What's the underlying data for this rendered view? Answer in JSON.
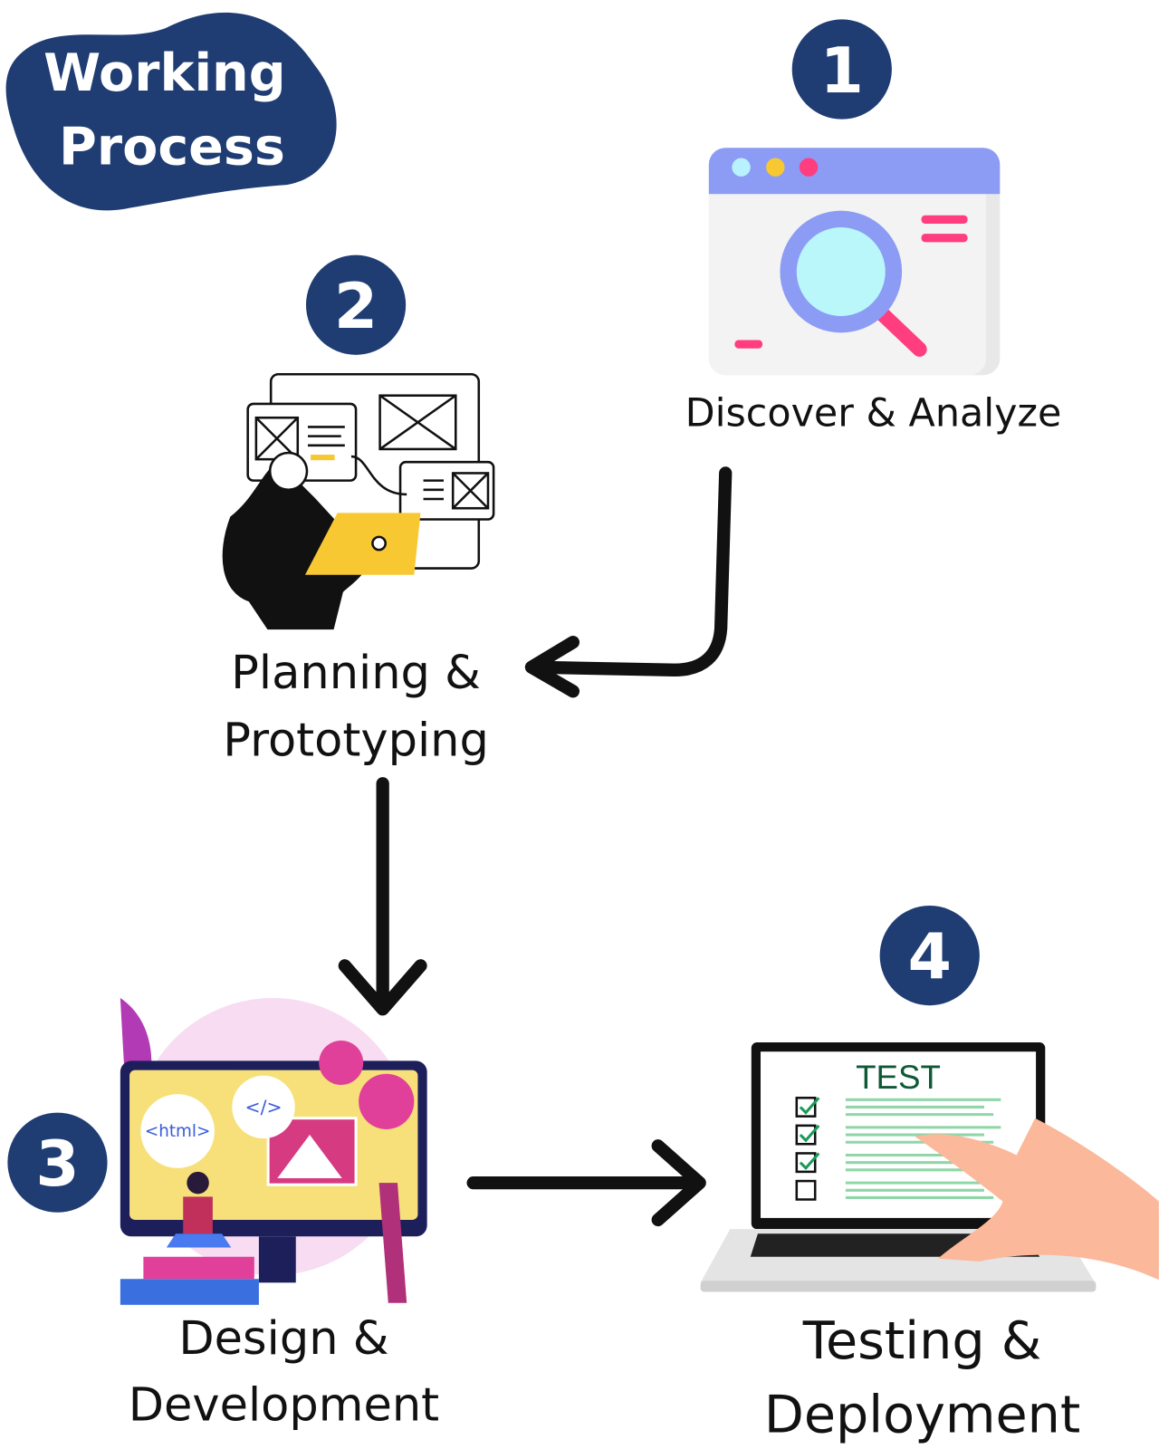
{
  "title": {
    "line1": "Working",
    "line2": "Process"
  },
  "steps": [
    {
      "number": "1",
      "label_line1": "Discover & Analyze",
      "label_line2": ""
    },
    {
      "number": "2",
      "label_line1": "Planning &",
      "label_line2": "Prototyping"
    },
    {
      "number": "3",
      "label_line1": "Design &",
      "label_line2": "Development"
    },
    {
      "number": "4",
      "label_line1": "Testing &",
      "label_line2": "Deployment"
    }
  ],
  "illustrations": {
    "code_tag_html": "<html>",
    "code_tag_slash": "</>",
    "test_screen_title": "TEST"
  },
  "colors": {
    "badge": "#1f3d73",
    "browser_bar": "#8c9cf5",
    "accent_pink": "#ff3d7f",
    "laptop_yellow": "#f8c833"
  }
}
